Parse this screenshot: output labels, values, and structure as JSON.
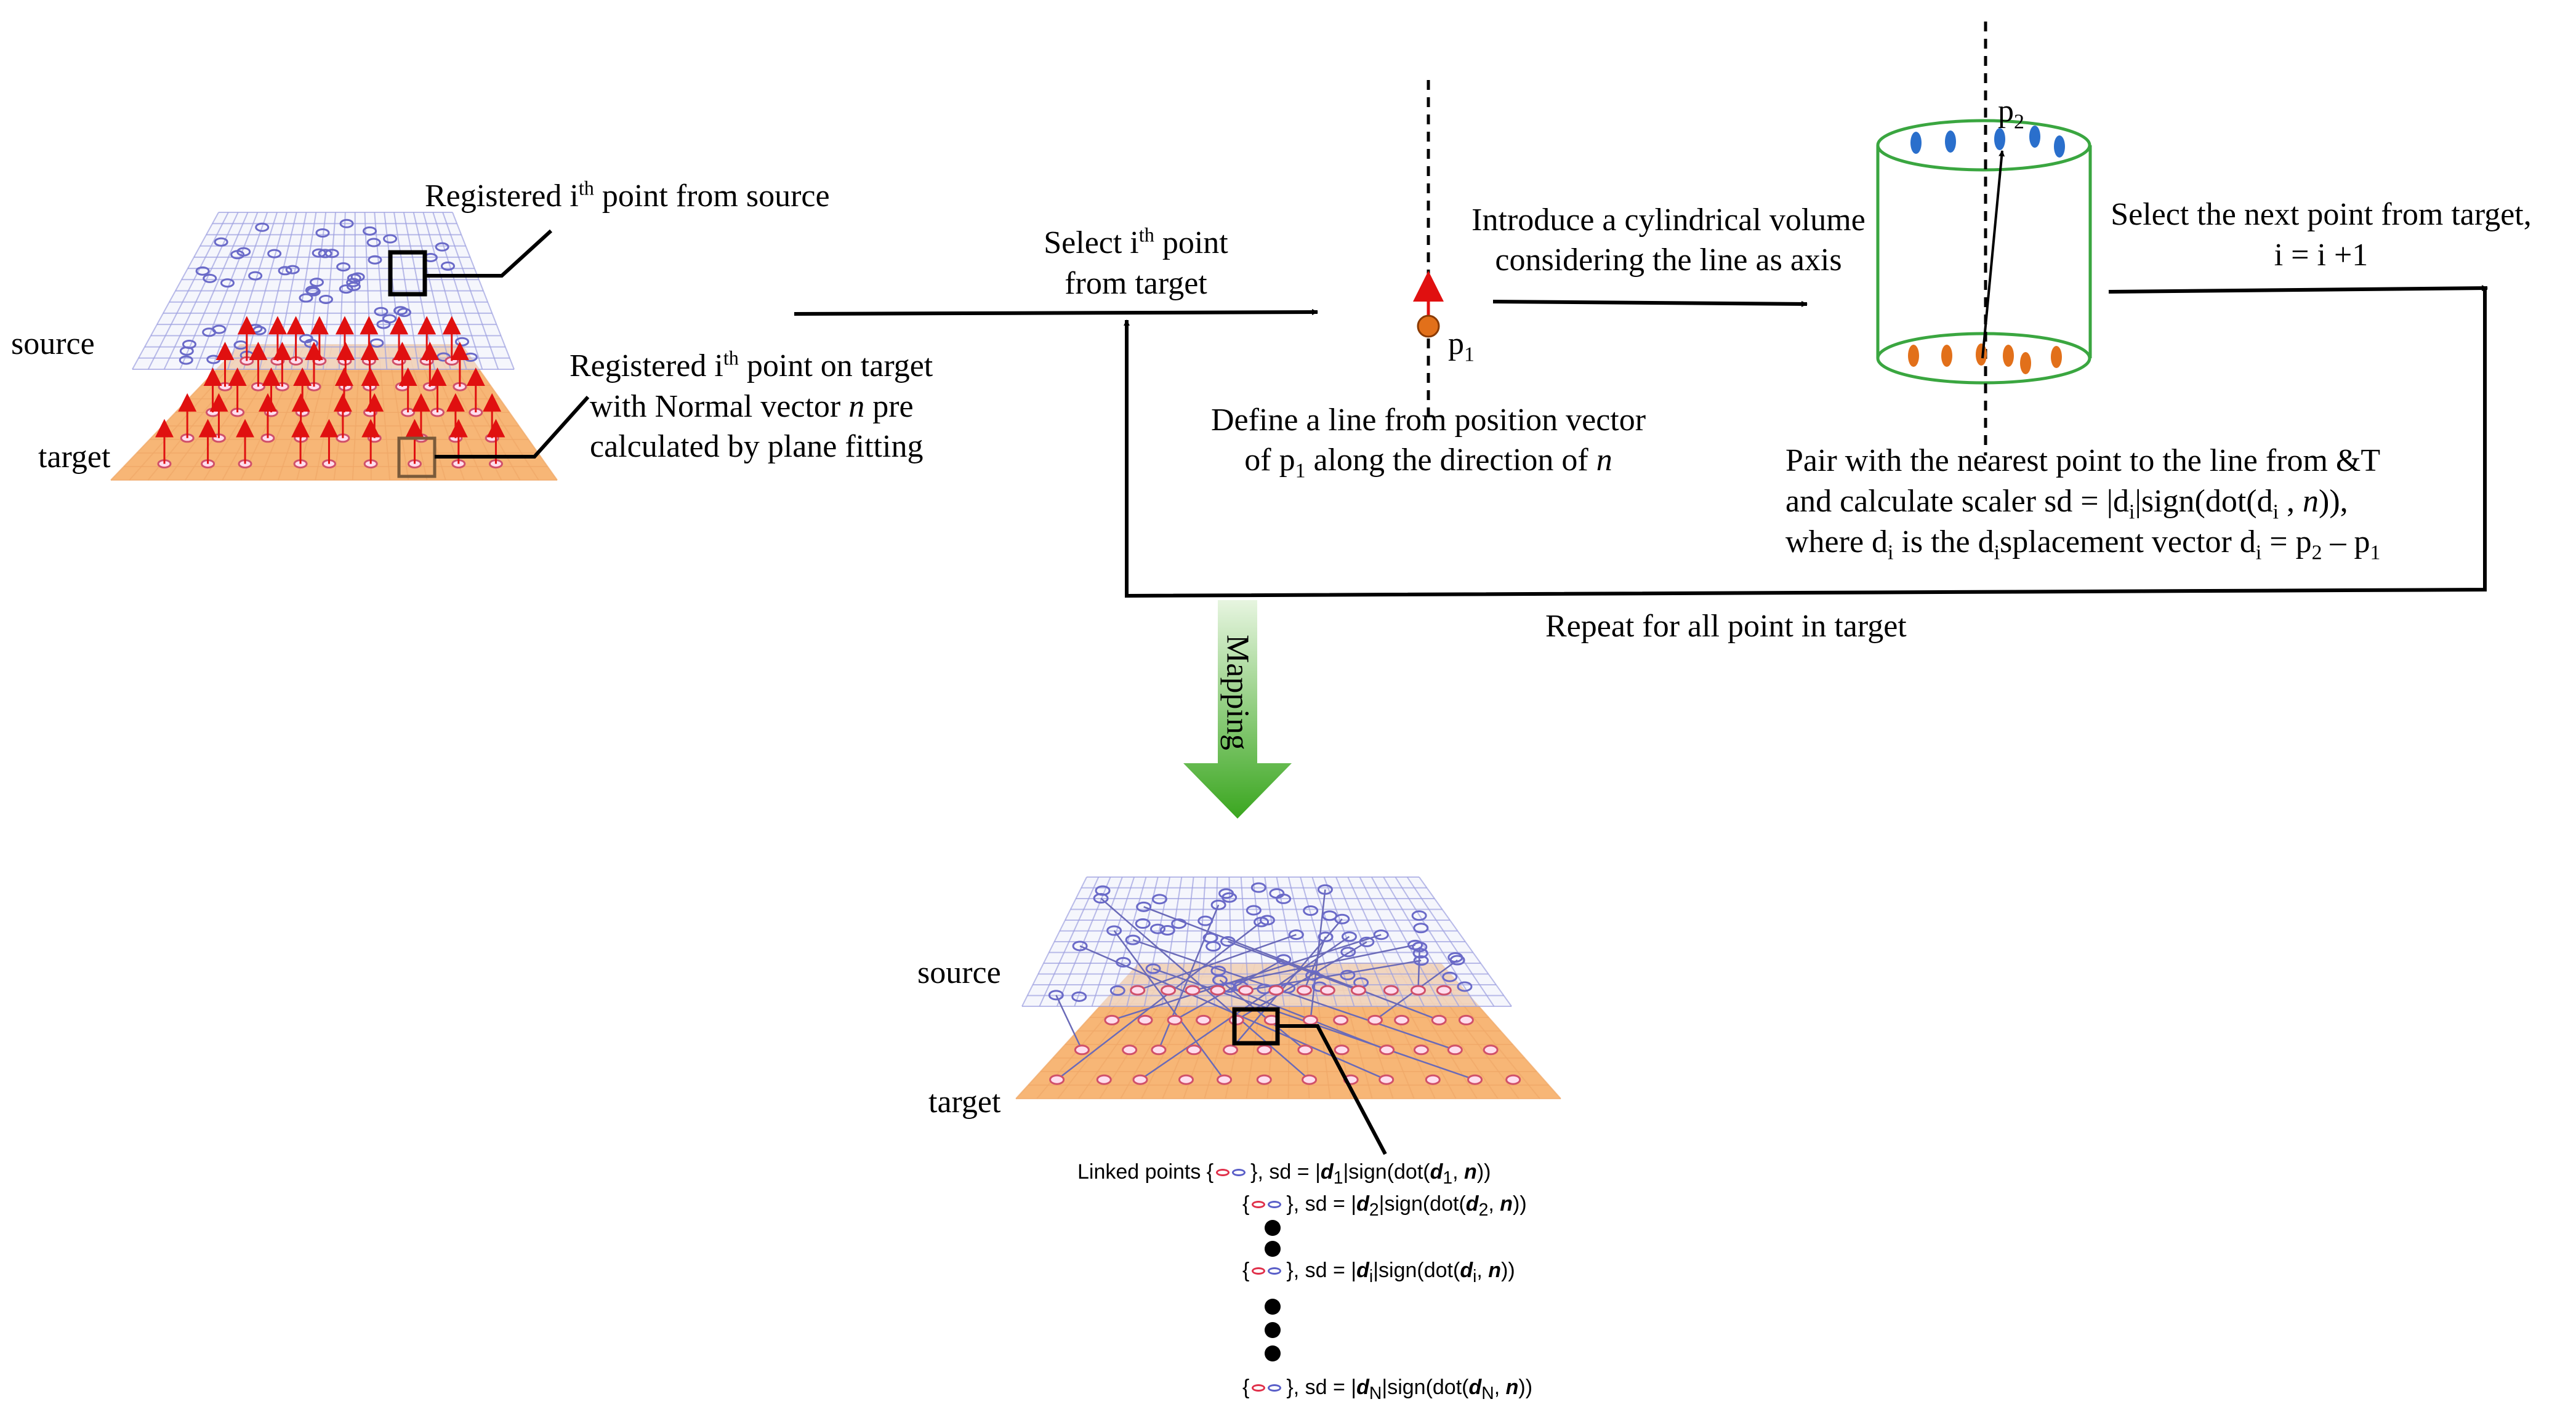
{
  "colors": {
    "target_fill": "#f7b676",
    "source_grid": "#9da0e0",
    "normal_arrow": "#e01010",
    "arrow_green": "#3aa61f",
    "cyl_green": "#3aa640",
    "top_points": "#2a6fcc",
    "bottom_points": "#e2701a",
    "link_line": "#6a6ab8"
  },
  "left_panel": {
    "source_label": "source",
    "target_label": "target",
    "callout_source": "Registered i^th point from source",
    "callout_target_l1": "Registered i^th point on target",
    "callout_target_l2": "with Normal vector n pre",
    "callout_target_l3": "calculated by plane fitting"
  },
  "step_select": {
    "line1": "Select i^th point",
    "line2": "from target"
  },
  "step_line": {
    "point_label": "p1",
    "line1": "Define a line from position vector",
    "line2": "of p1 along the direction of n"
  },
  "step_cylinder": {
    "line1": "Introduce a cylindrical volume",
    "line2": "considering the line as axis",
    "point_label": "p2"
  },
  "step_pair": {
    "line1": "Pair with the nearest point to the line from &T",
    "line2": "and calculate scaler sd = |di|sign(dot(di , n)),",
    "line3": "where di is the displacement vector di = p2 – p1"
  },
  "step_next": {
    "line1": "Select the next point from target,",
    "line2": "i = i +1"
  },
  "loop_label": "Repeat for all point in target",
  "mapping_label": "Mapping",
  "bottom_panel": {
    "source_label": "source",
    "target_label": "target",
    "linked_prefix": "Linked points {",
    "rows": [
      {
        "sub": "1"
      },
      {
        "sub": "2"
      },
      {
        "sub": "i"
      },
      {
        "sub": "N"
      }
    ]
  }
}
